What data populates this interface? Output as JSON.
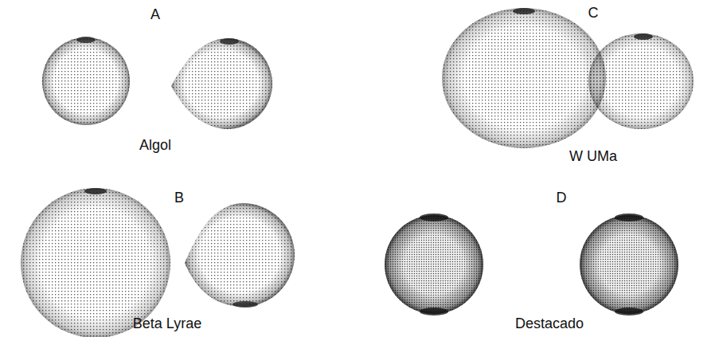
{
  "diagram": {
    "labels": [
      "A",
      "Algol",
      "C",
      "W UMa",
      "B",
      "Beta Lyrae",
      "D",
      "Destacado"
    ]
  }
}
